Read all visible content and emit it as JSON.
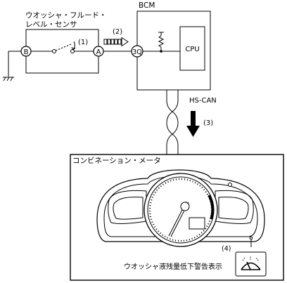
{
  "sensor": {
    "label_line1": "ウオッシャ・フルード・",
    "label_line2": "レベル・センサ",
    "terminal_b": "B",
    "terminal_a": "A",
    "switch_ref": "(1)"
  },
  "signal_ref": "(2)",
  "bcm": {
    "label": "BCM",
    "terminal": "3Q",
    "cpu_label": "CPU"
  },
  "can": {
    "label": "HS-CAN",
    "ref": "(3)"
  },
  "meter": {
    "label": "コンビネーション・メータ",
    "warning_ref": "(4)",
    "warning_caption": "ウオッシャ液残量低下警告表示"
  },
  "icons": [
    "ground-icon",
    "switch-icon",
    "resistor-icon",
    "signal-arrow-icon",
    "down-arrow-icon",
    "washer-warning-icon"
  ]
}
